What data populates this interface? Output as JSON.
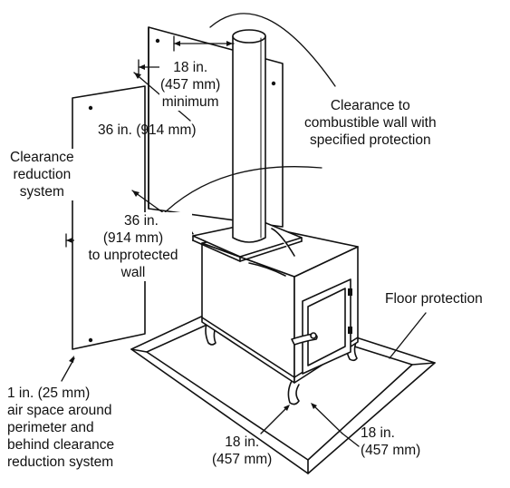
{
  "labels": {
    "top_clearance": {
      "line1": "18 in.",
      "line2": "(457 mm)",
      "line3": "minimum"
    },
    "rear_clearance": "36 in. (914 mm)",
    "combustible_wall": {
      "line1": "Clearance to",
      "line2": "combustible wall with",
      "line3": "specified protection"
    },
    "reduction_system": {
      "line1": "Clearance",
      "line2": "reduction",
      "line3": "system"
    },
    "side_clearance": {
      "line1": "36 in.",
      "line2": "(914 mm)",
      "line3": "to unprotected",
      "line4": "wall"
    },
    "floor_protection": "Floor protection",
    "air_space": {
      "line1": "1 in. (25 mm)",
      "line2": "air space around",
      "line3": "perimeter and",
      "line4": "behind clearance",
      "line5": "reduction system"
    },
    "front_left": {
      "line1": "18 in.",
      "line2": "(457 mm)"
    },
    "front_right": {
      "line1": "18 in.",
      "line2": "(457 mm)"
    }
  }
}
